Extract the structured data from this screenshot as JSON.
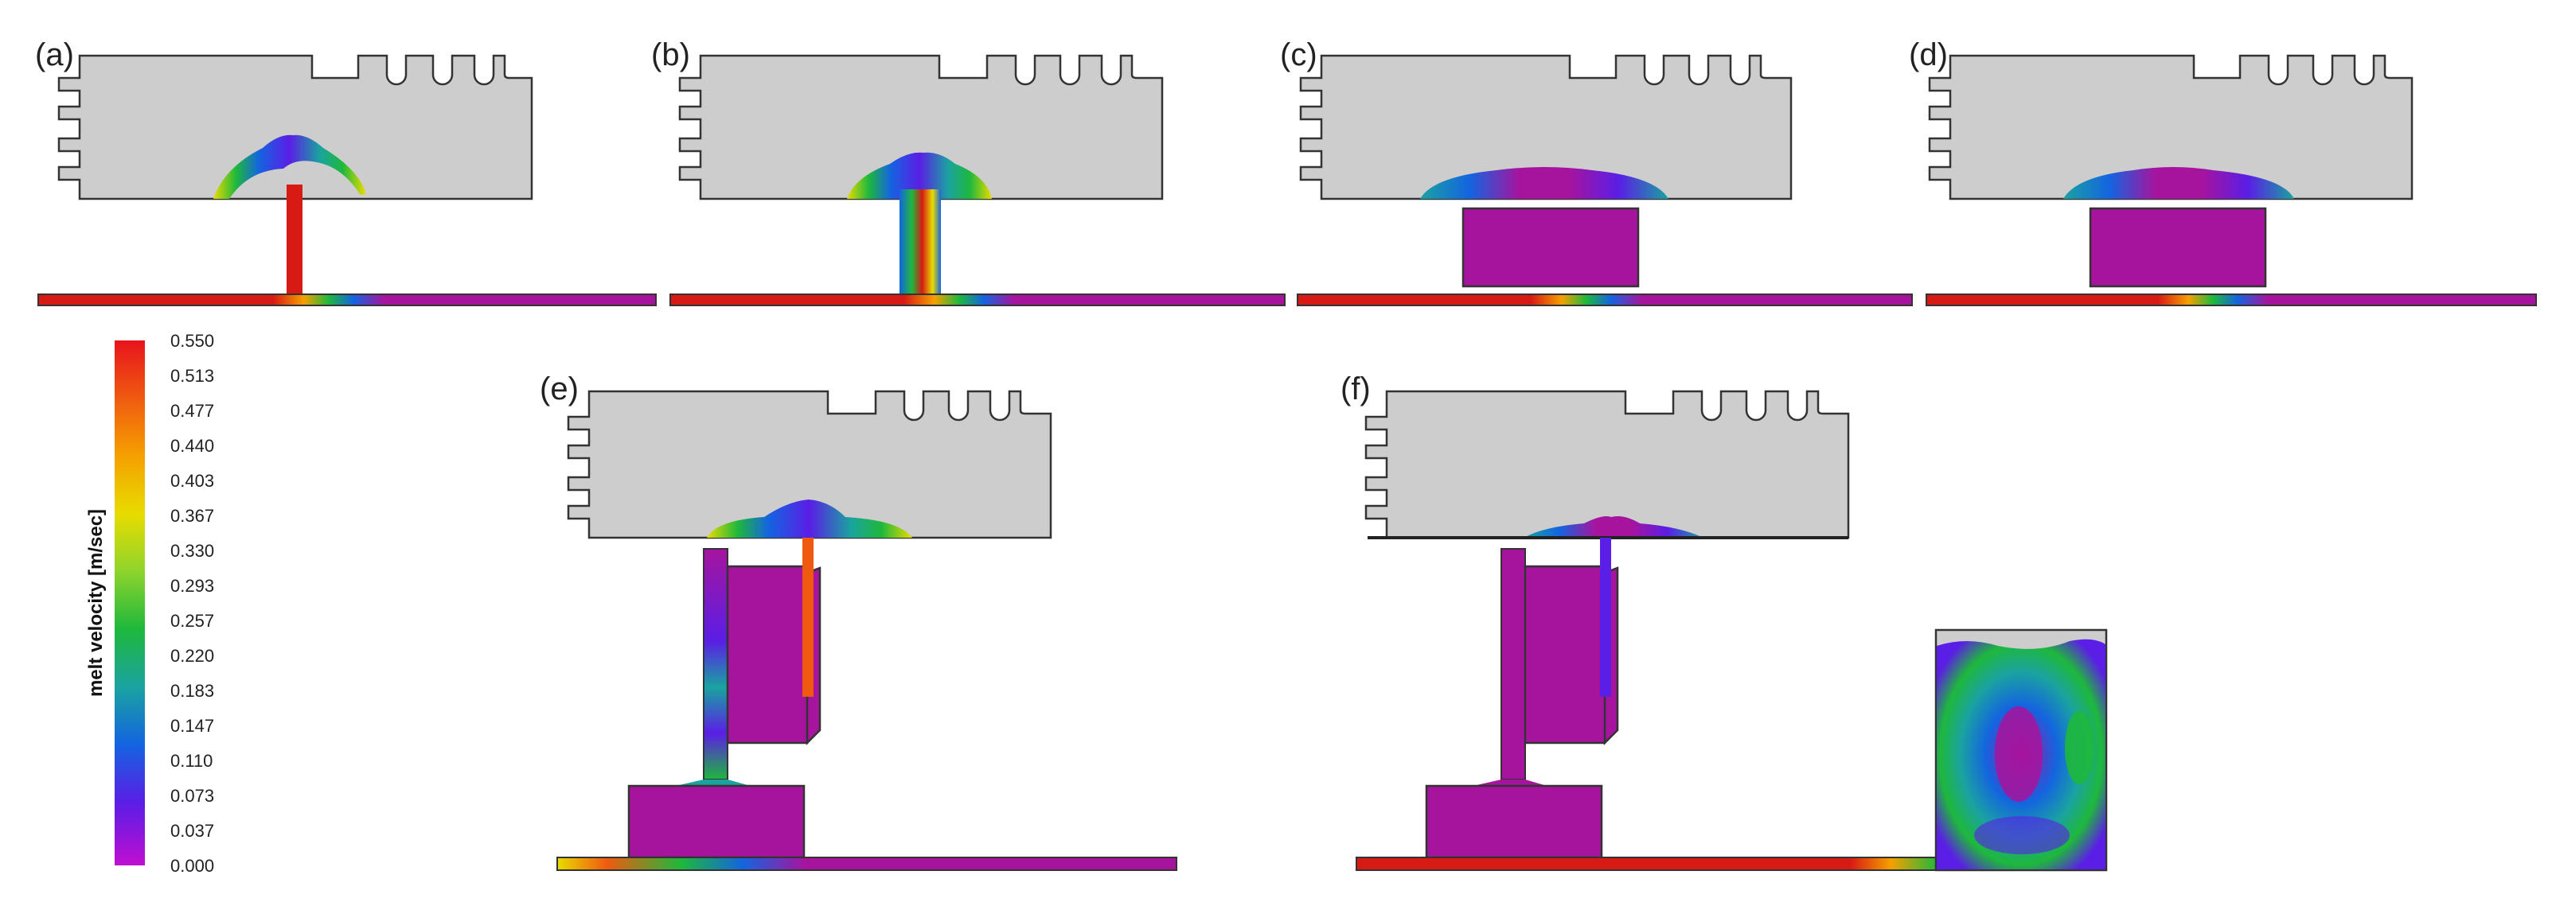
{
  "panels": [
    {
      "id": "a",
      "label": "(a)"
    },
    {
      "id": "b",
      "label": "(b)"
    },
    {
      "id": "c",
      "label": "(c)"
    },
    {
      "id": "d",
      "label": "(d)"
    },
    {
      "id": "e",
      "label": "(e)"
    },
    {
      "id": "f",
      "label": "(f)"
    }
  ],
  "colorbar": {
    "title": "melt velocity [m/sec]",
    "ticks": [
      "0.550",
      "0.513",
      "0.477",
      "0.440",
      "0.403",
      "0.367",
      "0.330",
      "0.293",
      "0.257",
      "0.220",
      "0.183",
      "0.147",
      "0.110",
      "0.073",
      "0.037",
      "0.000"
    ],
    "colors_top_to_bottom": [
      "#e8141c",
      "#f05a10",
      "#f5a000",
      "#e8dc00",
      "#8ed42c",
      "#1eb83c",
      "#1aa3a0",
      "#1464e0",
      "#5a1ee6",
      "#c00fd2"
    ]
  },
  "colors": {
    "mold_gray": "#cdcdcd",
    "insert_magenta": "#a6149e",
    "runner_red": "#d81a14",
    "outline": "#333333"
  }
}
